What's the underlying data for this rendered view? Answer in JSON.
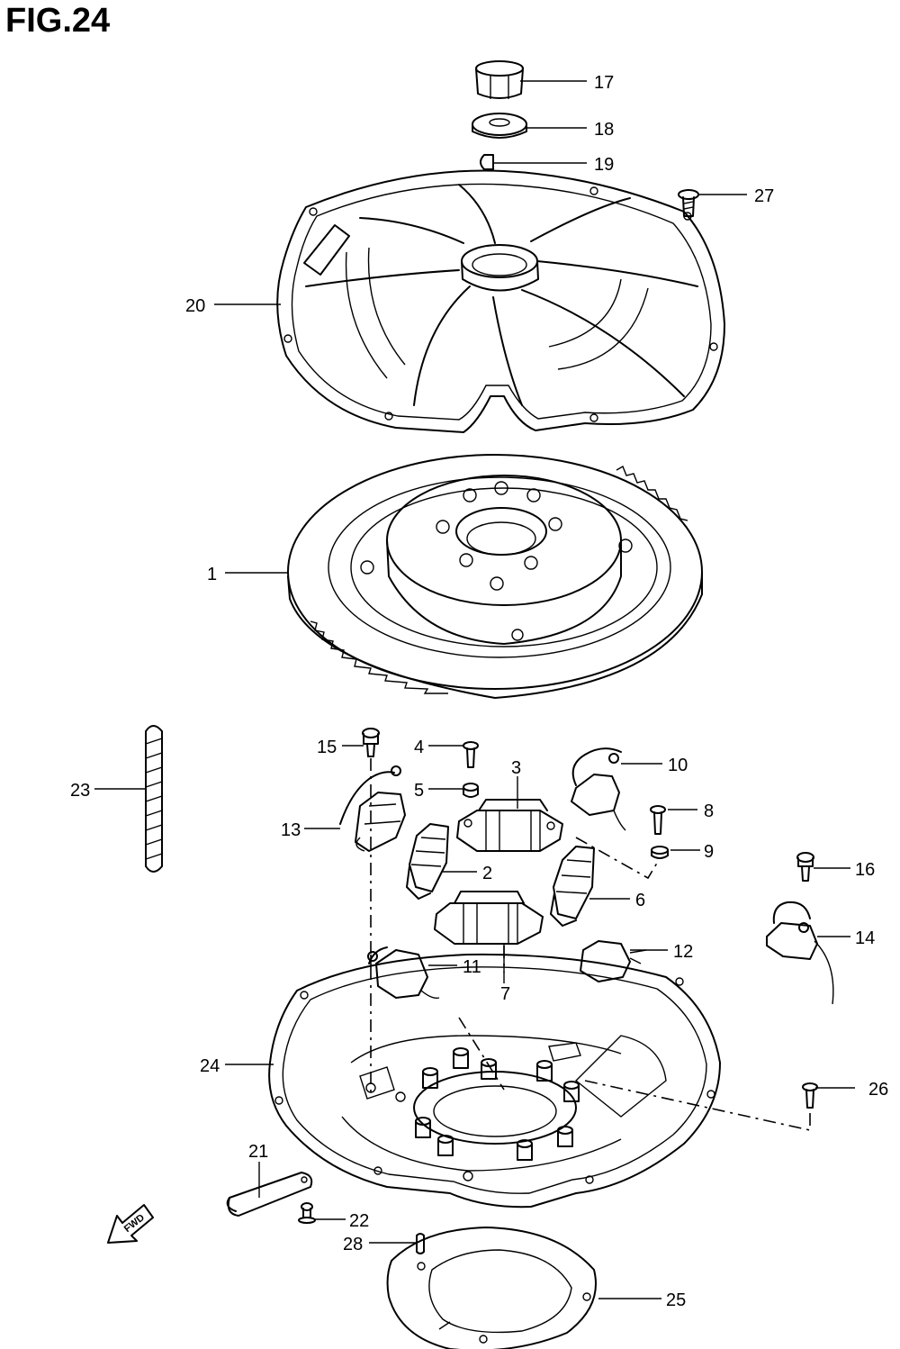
{
  "figure_title": "FIG.24",
  "fwd_label": "FWD",
  "callouts": {
    "c1": "1",
    "c2": "2",
    "c3": "3",
    "c4": "4",
    "c5": "5",
    "c6": "6",
    "c7": "7",
    "c8": "8",
    "c9": "9",
    "c10": "10",
    "c11": "11",
    "c12": "12",
    "c13": "13",
    "c14": "14",
    "c15": "15",
    "c16": "16",
    "c17": "17",
    "c18": "18",
    "c19": "19",
    "c20": "20",
    "c21": "21",
    "c22": "22",
    "c23": "23",
    "c24": "24",
    "c25": "25",
    "c26": "26",
    "c27": "27",
    "c28": "28"
  }
}
